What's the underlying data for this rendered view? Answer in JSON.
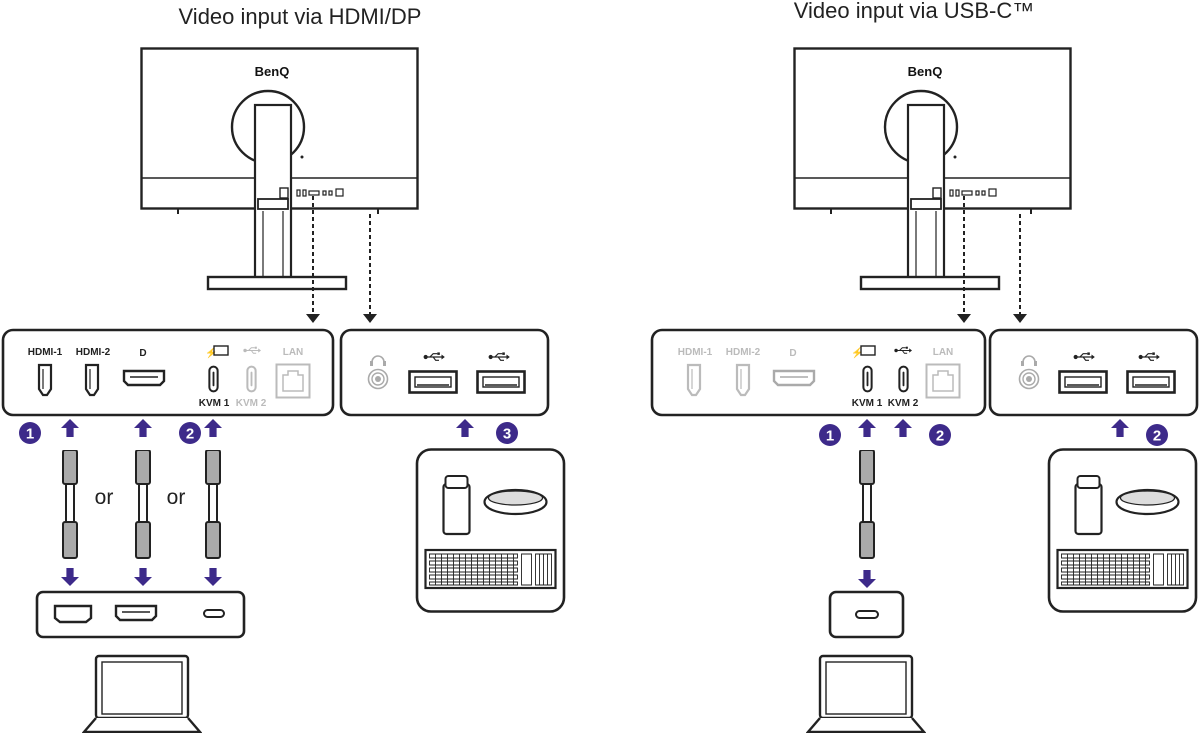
{
  "left": {
    "title": "Video input via HDMI/DP",
    "brand": "BenQ",
    "ports": {
      "hdmi1": "HDMI-1",
      "hdmi2": "HDMI-2",
      "kvm1": "KVM 1",
      "kvm2": "KVM 2",
      "lan": "LAN"
    },
    "steps": [
      "1",
      "2",
      "3"
    ],
    "or_labels": [
      "or",
      "or"
    ]
  },
  "right": {
    "title": "Video input via USB-C™",
    "brand": "BenQ",
    "ports": {
      "hdmi1": "HDMI-1",
      "hdmi2": "HDMI-2",
      "kvm1": "KVM 1",
      "kvm2": "KVM 2",
      "lan": "LAN"
    },
    "steps": [
      "1",
      "2",
      "2"
    ]
  },
  "colors": {
    "accent": "#3d2a8a",
    "line": "#222222",
    "inactive": "#bbbbbb"
  }
}
